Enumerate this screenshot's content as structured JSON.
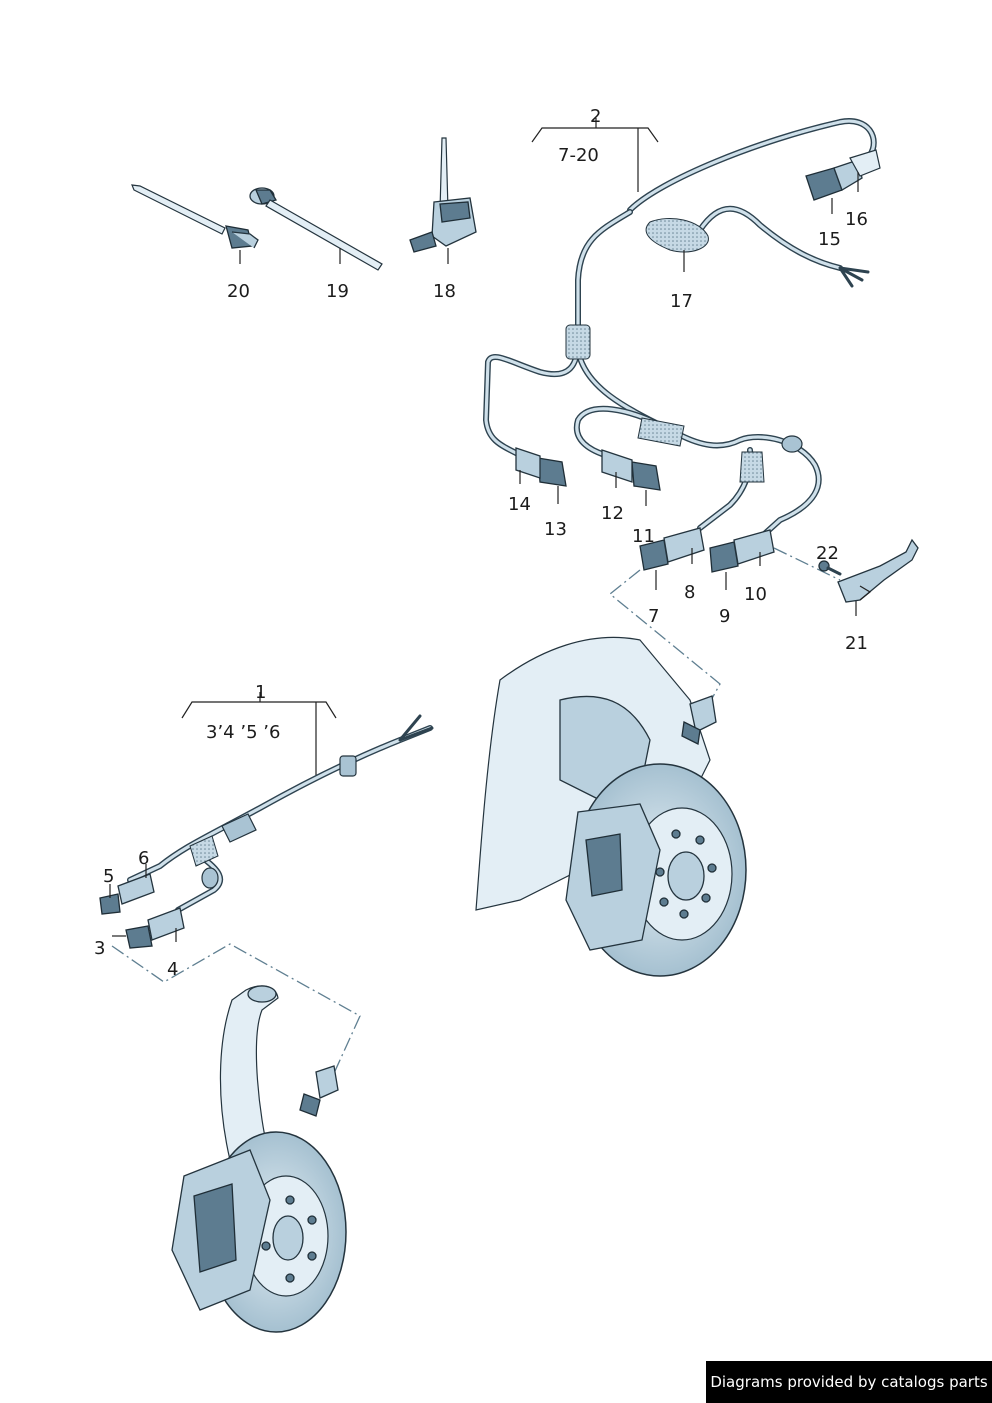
{
  "diagram": {
    "callouts": {
      "c1": "1",
      "c2": "2",
      "c3": "3",
      "c4": "4",
      "c5": "5",
      "c6": "6",
      "c7": "7",
      "c8": "8",
      "c9": "9",
      "c10": "10",
      "c11": "11",
      "c12": "12",
      "c13": "13",
      "c14": "14",
      "c15": "15",
      "c16": "16",
      "c17": "17",
      "c18": "18",
      "c19": "19",
      "c20": "20",
      "c21": "21",
      "c22": "22"
    },
    "groups": {
      "group1_range": "3’4 ’5 ’6",
      "group2_range": "7-20"
    }
  },
  "footer": {
    "text": "Diagrams provided by catalogs parts"
  },
  "colors": {
    "part_fill": "#b9d0de",
    "outline": "#24343e",
    "leader": "#5f7f91"
  }
}
